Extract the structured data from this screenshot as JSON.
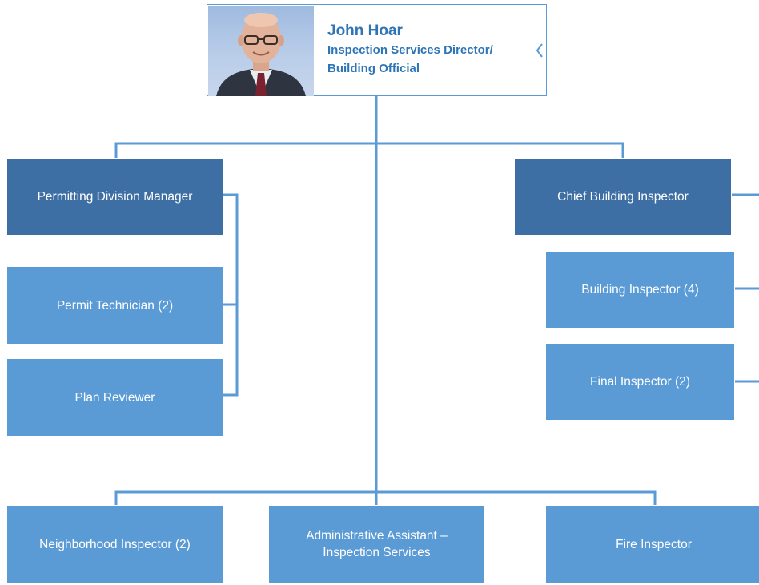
{
  "head": {
    "name": "John Hoar",
    "title": "Inspection Services Director/\nBuilding Official"
  },
  "managers": {
    "permitting": "Permitting Division Manager",
    "chief": "Chief Building Inspector"
  },
  "permitting_staff": {
    "permit_technician": "Permit Technician (2)",
    "plan_reviewer": "Plan Reviewer"
  },
  "inspection_staff": {
    "building_inspector": "Building Inspector (4)",
    "final_inspector": "Final Inspector (2)"
  },
  "direct_reports": {
    "neighborhood": "Neighborhood Inspector (2)",
    "admin": "Administrative Assistant –\nInspection Services",
    "fire": "Fire Inspector"
  },
  "colors": {
    "connector": "#5b9bd5",
    "manager_box": "#3e6fa4",
    "staff_box": "#5b9bd5",
    "head_text": "#2e75b6"
  }
}
